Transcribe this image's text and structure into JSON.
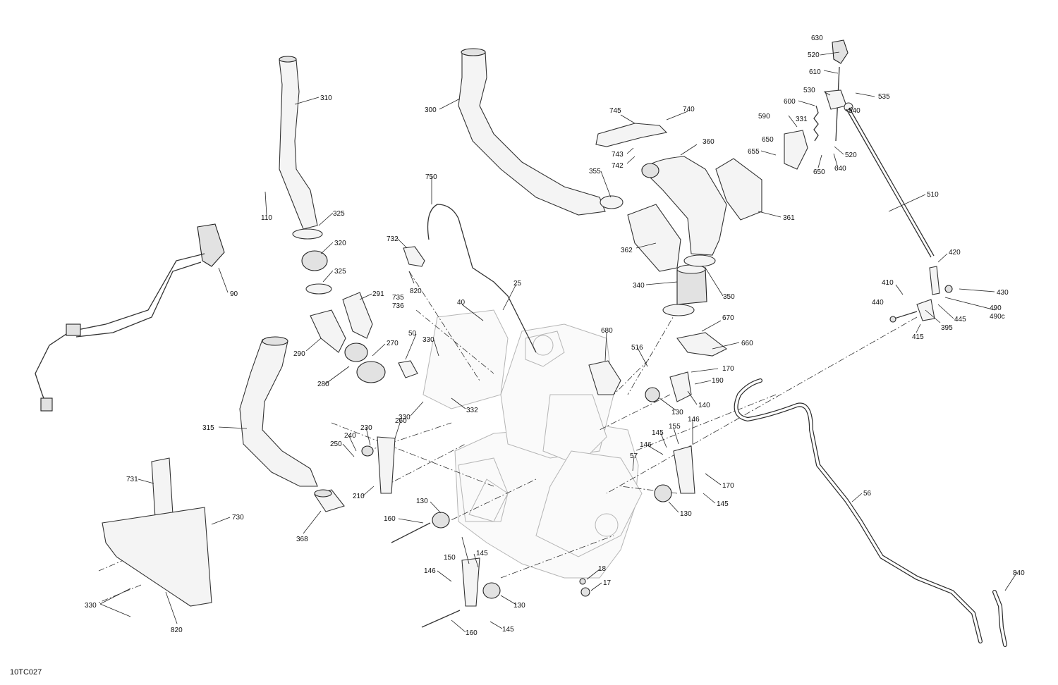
{
  "figure": {
    "code": "10TC027",
    "callouts": [
      {
        "id": "c630",
        "text": "630"
      },
      {
        "id": "c520a",
        "text": "520"
      },
      {
        "id": "c610",
        "text": "610"
      },
      {
        "id": "c530",
        "text": "530"
      },
      {
        "id": "c535",
        "text": "535"
      },
      {
        "id": "c540",
        "text": "540"
      },
      {
        "id": "c600",
        "text": "600"
      },
      {
        "id": "c590",
        "text": "590"
      },
      {
        "id": "c331",
        "text": "331"
      },
      {
        "id": "c650a",
        "text": "650"
      },
      {
        "id": "c655",
        "text": "655"
      },
      {
        "id": "c650b",
        "text": "650"
      },
      {
        "id": "c640",
        "text": "640"
      },
      {
        "id": "c520b",
        "text": "520"
      },
      {
        "id": "c510",
        "text": "510"
      },
      {
        "id": "c420",
        "text": "420"
      },
      {
        "id": "c410",
        "text": "410"
      },
      {
        "id": "c430",
        "text": "430"
      },
      {
        "id": "c440",
        "text": "440"
      },
      {
        "id": "c490",
        "text": "490"
      },
      {
        "id": "c490c",
        "text": "490c"
      },
      {
        "id": "c445",
        "text": "445"
      },
      {
        "id": "c395",
        "text": "395"
      },
      {
        "id": "c415",
        "text": "415"
      },
      {
        "id": "c745",
        "text": "745"
      },
      {
        "id": "c740",
        "text": "740"
      },
      {
        "id": "c743",
        "text": "743"
      },
      {
        "id": "c742",
        "text": "742"
      },
      {
        "id": "c360",
        "text": "360"
      },
      {
        "id": "c355",
        "text": "355"
      },
      {
        "id": "c361",
        "text": "361"
      },
      {
        "id": "c362",
        "text": "362"
      },
      {
        "id": "c340",
        "text": "340"
      },
      {
        "id": "c350",
        "text": "350"
      },
      {
        "id": "c670",
        "text": "670"
      },
      {
        "id": "c660",
        "text": "660"
      },
      {
        "id": "c300",
        "text": "300"
      },
      {
        "id": "c310",
        "text": "310"
      },
      {
        "id": "c110",
        "text": "110"
      },
      {
        "id": "c325a",
        "text": "325"
      },
      {
        "id": "c320",
        "text": "320"
      },
      {
        "id": "c325b",
        "text": "325"
      },
      {
        "id": "c291",
        "text": "291"
      },
      {
        "id": "c290",
        "text": "290"
      },
      {
        "id": "c280",
        "text": "280"
      },
      {
        "id": "c270",
        "text": "270"
      },
      {
        "id": "c90",
        "text": "90"
      },
      {
        "id": "c750",
        "text": "750"
      },
      {
        "id": "c732",
        "text": "732"
      },
      {
        "id": "c735",
        "text": "735"
      },
      {
        "id": "c736",
        "text": "736"
      },
      {
        "id": "c820a",
        "text": "820"
      },
      {
        "id": "c25",
        "text": "25"
      },
      {
        "id": "c40",
        "text": "40"
      },
      {
        "id": "c50",
        "text": "50"
      },
      {
        "id": "c330a",
        "text": "330"
      },
      {
        "id": "c332",
        "text": "332"
      },
      {
        "id": "c330b",
        "text": "330"
      },
      {
        "id": "c680",
        "text": "680"
      },
      {
        "id": "c516",
        "text": "516"
      },
      {
        "id": "c170a",
        "text": "170"
      },
      {
        "id": "c190",
        "text": "190"
      },
      {
        "id": "c140",
        "text": "140"
      },
      {
        "id": "c130a",
        "text": "130"
      },
      {
        "id": "c315",
        "text": "315"
      },
      {
        "id": "c260",
        "text": "260"
      },
      {
        "id": "c230",
        "text": "230"
      },
      {
        "id": "c240",
        "text": "240"
      },
      {
        "id": "c250",
        "text": "250"
      },
      {
        "id": "c210",
        "text": "210"
      },
      {
        "id": "c368",
        "text": "368"
      },
      {
        "id": "c146a",
        "text": "146"
      },
      {
        "id": "c145a",
        "text": "145"
      },
      {
        "id": "c155",
        "text": "155"
      },
      {
        "id": "c146b",
        "text": "146"
      },
      {
        "id": "c57",
        "text": "57"
      },
      {
        "id": "c170b",
        "text": "170"
      },
      {
        "id": "c145b",
        "text": "145"
      },
      {
        "id": "c130b",
        "text": "130"
      },
      {
        "id": "c56",
        "text": "56"
      },
      {
        "id": "c731",
        "text": "731"
      },
      {
        "id": "c730",
        "text": "730"
      },
      {
        "id": "c330c",
        "text": "330"
      },
      {
        "id": "c820b",
        "text": "820"
      },
      {
        "id": "c130c",
        "text": "130"
      },
      {
        "id": "c160a",
        "text": "160"
      },
      {
        "id": "c145c",
        "text": "145"
      },
      {
        "id": "c150",
        "text": "150"
      },
      {
        "id": "c146c",
        "text": "146"
      },
      {
        "id": "c18",
        "text": "18"
      },
      {
        "id": "c17",
        "text": "17"
      },
      {
        "id": "c130d",
        "text": "130"
      },
      {
        "id": "c160b",
        "text": "160"
      },
      {
        "id": "c145d",
        "text": "145"
      },
      {
        "id": "c840",
        "text": "840"
      }
    ]
  }
}
